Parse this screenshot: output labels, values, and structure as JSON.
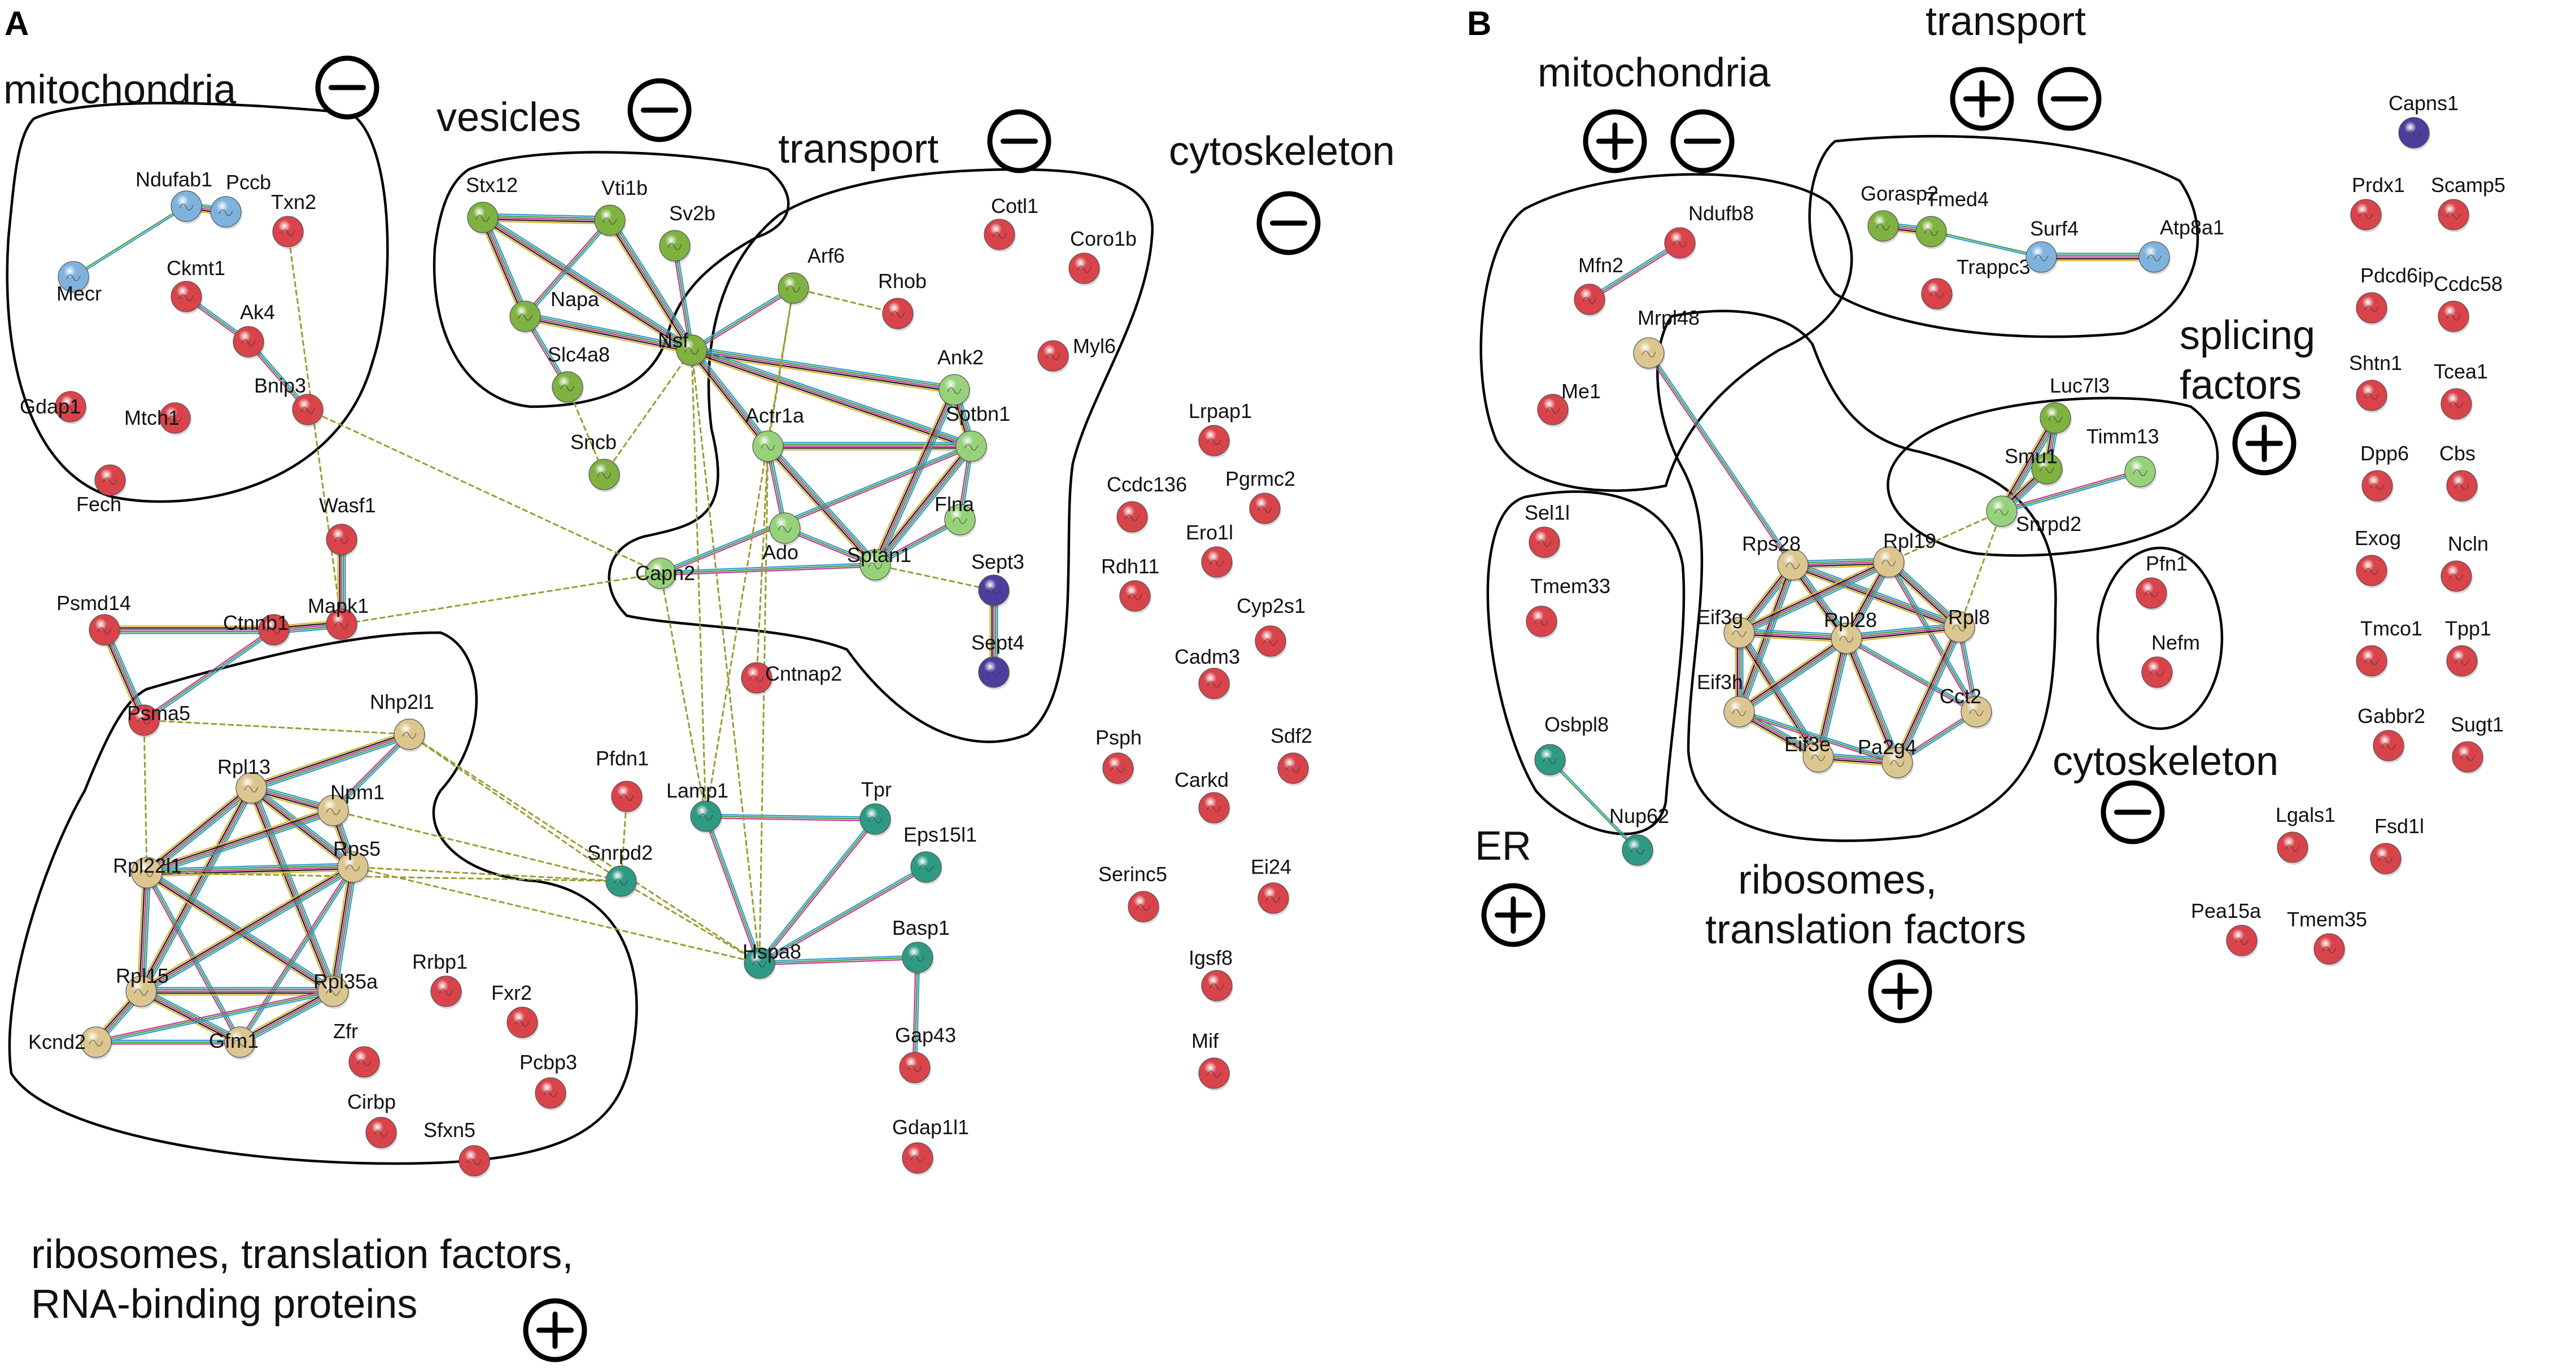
{
  "panels": [
    {
      "letter": "A",
      "groups": [
        {
          "name": "mitochondria",
          "signs": [
            "minus"
          ]
        },
        {
          "name": "vesicles",
          "signs": [
            "minus"
          ]
        },
        {
          "name": "transport",
          "signs": [
            "minus"
          ]
        },
        {
          "name": "cytoskeleton",
          "signs": [
            "minus"
          ]
        },
        {
          "name": "ribosomes, translation factors,\nRNA-binding proteins",
          "signs": [
            "plus"
          ]
        }
      ]
    },
    {
      "letter": "B",
      "groups": [
        {
          "name": "mitochondria",
          "signs": [
            "plus",
            "minus"
          ]
        },
        {
          "name": "transport",
          "signs": [
            "plus",
            "minus"
          ]
        },
        {
          "name": "splicing\nfactors",
          "signs": [
            "plus"
          ]
        },
        {
          "name": "cytoskeleton",
          "signs": [
            "minus"
          ]
        },
        {
          "name": "ER",
          "signs": [
            "plus"
          ]
        },
        {
          "name": "ribosomes,\ntranslation factors",
          "signs": [
            "plus"
          ]
        }
      ]
    }
  ],
  "colors": {
    "red": "#d9434a",
    "green": "#7fb241",
    "lightgreen": "#97d27a",
    "tan": "#dcc690",
    "teal": "#2f9a83",
    "blue": "#7fb3de",
    "purple": "#4c3e9c"
  },
  "nodes_A": [
    {
      "id": "Ndufab1",
      "c": "blue"
    },
    {
      "id": "Pccb",
      "c": "blue"
    },
    {
      "id": "Mecr",
      "c": "blue"
    },
    {
      "id": "Ckmt1",
      "c": "red"
    },
    {
      "id": "Txn2",
      "c": "red"
    },
    {
      "id": "Ak4",
      "c": "red"
    },
    {
      "id": "Gdap1",
      "c": "red"
    },
    {
      "id": "Mtch1",
      "c": "red"
    },
    {
      "id": "Bnip3",
      "c": "red"
    },
    {
      "id": "Fech",
      "c": "red"
    },
    {
      "id": "Stx12",
      "c": "green"
    },
    {
      "id": "Vti1b",
      "c": "green"
    },
    {
      "id": "Sv2b",
      "c": "green"
    },
    {
      "id": "Napa",
      "c": "green"
    },
    {
      "id": "Nsf",
      "c": "green"
    },
    {
      "id": "Slc4a8",
      "c": "green"
    },
    {
      "id": "Sncb",
      "c": "green"
    },
    {
      "id": "Arf6",
      "c": "green"
    },
    {
      "id": "Rhob",
      "c": "red"
    },
    {
      "id": "Cotl1",
      "c": "red"
    },
    {
      "id": "Coro1b",
      "c": "red"
    },
    {
      "id": "Myl6",
      "c": "red"
    },
    {
      "id": "Ank2",
      "c": "lightgreen"
    },
    {
      "id": "Actr1a",
      "c": "lightgreen"
    },
    {
      "id": "Sptbn1",
      "c": "lightgreen"
    },
    {
      "id": "Ado",
      "c": "lightgreen"
    },
    {
      "id": "Flna",
      "c": "lightgreen"
    },
    {
      "id": "Sptan1",
      "c": "lightgreen"
    },
    {
      "id": "Capn2",
      "c": "lightgreen"
    },
    {
      "id": "Sept3",
      "c": "purple"
    },
    {
      "id": "Sept4",
      "c": "purple"
    },
    {
      "id": "Wasf1",
      "c": "red"
    },
    {
      "id": "Mapk1",
      "c": "red"
    },
    {
      "id": "Ctnnb1",
      "c": "red"
    },
    {
      "id": "Psmd14",
      "c": "red"
    },
    {
      "id": "Psma5",
      "c": "red"
    },
    {
      "id": "Nhp2l1",
      "c": "tan"
    },
    {
      "id": "Rpl13",
      "c": "tan"
    },
    {
      "id": "Npm1",
      "c": "tan"
    },
    {
      "id": "Rpl22l1",
      "c": "tan"
    },
    {
      "id": "Rps5",
      "c": "tan"
    },
    {
      "id": "Rpl15",
      "c": "tan"
    },
    {
      "id": "Rpl35a",
      "c": "tan"
    },
    {
      "id": "Kcnd2",
      "c": "tan"
    },
    {
      "id": "Gfm1",
      "c": "tan"
    },
    {
      "id": "Rrbp1",
      "c": "red"
    },
    {
      "id": "Fxr2",
      "c": "red"
    },
    {
      "id": "Zfr",
      "c": "red"
    },
    {
      "id": "Pcbp3",
      "c": "red"
    },
    {
      "id": "Cirbp",
      "c": "red"
    },
    {
      "id": "Sfxn5",
      "c": "red"
    },
    {
      "id": "Pfdn1",
      "c": "red"
    },
    {
      "id": "Cntnap2",
      "c": "red"
    },
    {
      "id": "Lamp1",
      "c": "teal"
    },
    {
      "id": "Tpr",
      "c": "teal"
    },
    {
      "id": "Snrpd2",
      "c": "teal"
    },
    {
      "id": "Eps15l1",
      "c": "teal"
    },
    {
      "id": "Hspa8",
      "c": "teal"
    },
    {
      "id": "Basp1",
      "c": "teal"
    },
    {
      "id": "Gap43",
      "c": "red"
    },
    {
      "id": "Gdap1l1",
      "c": "red"
    },
    {
      "id": "Lrpap1",
      "c": "red"
    },
    {
      "id": "Ccdc136",
      "c": "red"
    },
    {
      "id": "Pgrmc2",
      "c": "red"
    },
    {
      "id": "Ero1l",
      "c": "red"
    },
    {
      "id": "Rdh11",
      "c": "red"
    },
    {
      "id": "Cyp2s1",
      "c": "red"
    },
    {
      "id": "Cadm3",
      "c": "red"
    },
    {
      "id": "Psph",
      "c": "red"
    },
    {
      "id": "Sdf2",
      "c": "red"
    },
    {
      "id": "Carkd",
      "c": "red"
    },
    {
      "id": "Serinc5",
      "c": "red"
    },
    {
      "id": "Ei24",
      "c": "red"
    },
    {
      "id": "Igsf8",
      "c": "red"
    },
    {
      "id": "Mif",
      "c": "red"
    }
  ],
  "nodes_B": [
    {
      "id": "Ndufb8",
      "c": "red"
    },
    {
      "id": "Mfn2",
      "c": "red"
    },
    {
      "id": "Me1",
      "c": "red"
    },
    {
      "id": "Mrpl48",
      "c": "tan"
    },
    {
      "id": "Gorasp2",
      "c": "green"
    },
    {
      "id": "Tmed4",
      "c": "green"
    },
    {
      "id": "Trappc3",
      "c": "red"
    },
    {
      "id": "Surf4",
      "c": "blue"
    },
    {
      "id": "Atp8a1",
      "c": "blue"
    },
    {
      "id": "Luc7l3",
      "c": "green"
    },
    {
      "id": "Smu1",
      "c": "green"
    },
    {
      "id": "Timm13",
      "c": "lightgreen"
    },
    {
      "id": "Snrpd2",
      "c": "lightgreen"
    },
    {
      "id": "Sel1l",
      "c": "red"
    },
    {
      "id": "Tmem33",
      "c": "red"
    },
    {
      "id": "Osbpl8",
      "c": "teal"
    },
    {
      "id": "Nup62",
      "c": "teal"
    },
    {
      "id": "Rps28",
      "c": "tan"
    },
    {
      "id": "Rpl19",
      "c": "tan"
    },
    {
      "id": "Eif3g",
      "c": "tan"
    },
    {
      "id": "Rpl28",
      "c": "tan"
    },
    {
      "id": "Rpl8",
      "c": "tan"
    },
    {
      "id": "Eif3h",
      "c": "tan"
    },
    {
      "id": "Cct2",
      "c": "tan"
    },
    {
      "id": "Eif3e",
      "c": "tan"
    },
    {
      "id": "Pa2g4",
      "c": "tan"
    },
    {
      "id": "Pfn1",
      "c": "red"
    },
    {
      "id": "Nefm",
      "c": "red"
    },
    {
      "id": "Capns1",
      "c": "purple"
    },
    {
      "id": "Prdx1",
      "c": "red"
    },
    {
      "id": "Scamp5",
      "c": "red"
    },
    {
      "id": "Pdcd6ip",
      "c": "red"
    },
    {
      "id": "Ccdc58",
      "c": "red"
    },
    {
      "id": "Shtn1",
      "c": "red"
    },
    {
      "id": "Tcea1",
      "c": "red"
    },
    {
      "id": "Dpp6",
      "c": "red"
    },
    {
      "id": "Cbs",
      "c": "red"
    },
    {
      "id": "Exog",
      "c": "red"
    },
    {
      "id": "Ncln",
      "c": "red"
    },
    {
      "id": "Tmco1",
      "c": "red"
    },
    {
      "id": "Tpp1",
      "c": "red"
    },
    {
      "id": "Gabbr2",
      "c": "red"
    },
    {
      "id": "Sugt1",
      "c": "red"
    },
    {
      "id": "Lgals1",
      "c": "red"
    },
    {
      "id": "Fsd1l",
      "c": "red"
    },
    {
      "id": "Pea15a",
      "c": "red"
    },
    {
      "id": "Tmem35",
      "c": "red"
    }
  ]
}
